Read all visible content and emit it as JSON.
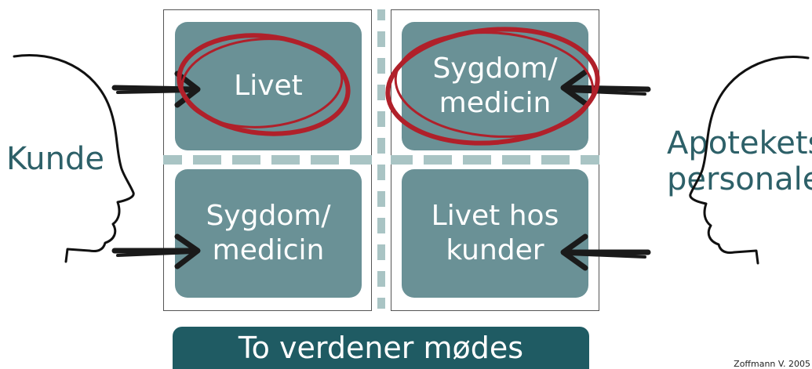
{
  "left_label": "Kunde",
  "right_label": "Apotekets\npersonale",
  "quadrants": {
    "top_left": "Livet",
    "top_right": "Sygdom/\nmedicin",
    "bottom_left": "Sygdom/\nmedicin",
    "bottom_right": "Livet hos\nkunder"
  },
  "banner": "To verdener mødes",
  "credit": "Zoffmann V. 2005",
  "colors": {
    "box_fill": "#6a9196",
    "banner_fill": "#1f5b63",
    "label_text": "#2d6068",
    "circle_highlight": "#b0202a",
    "divider_dash": "#a9c4c4"
  }
}
